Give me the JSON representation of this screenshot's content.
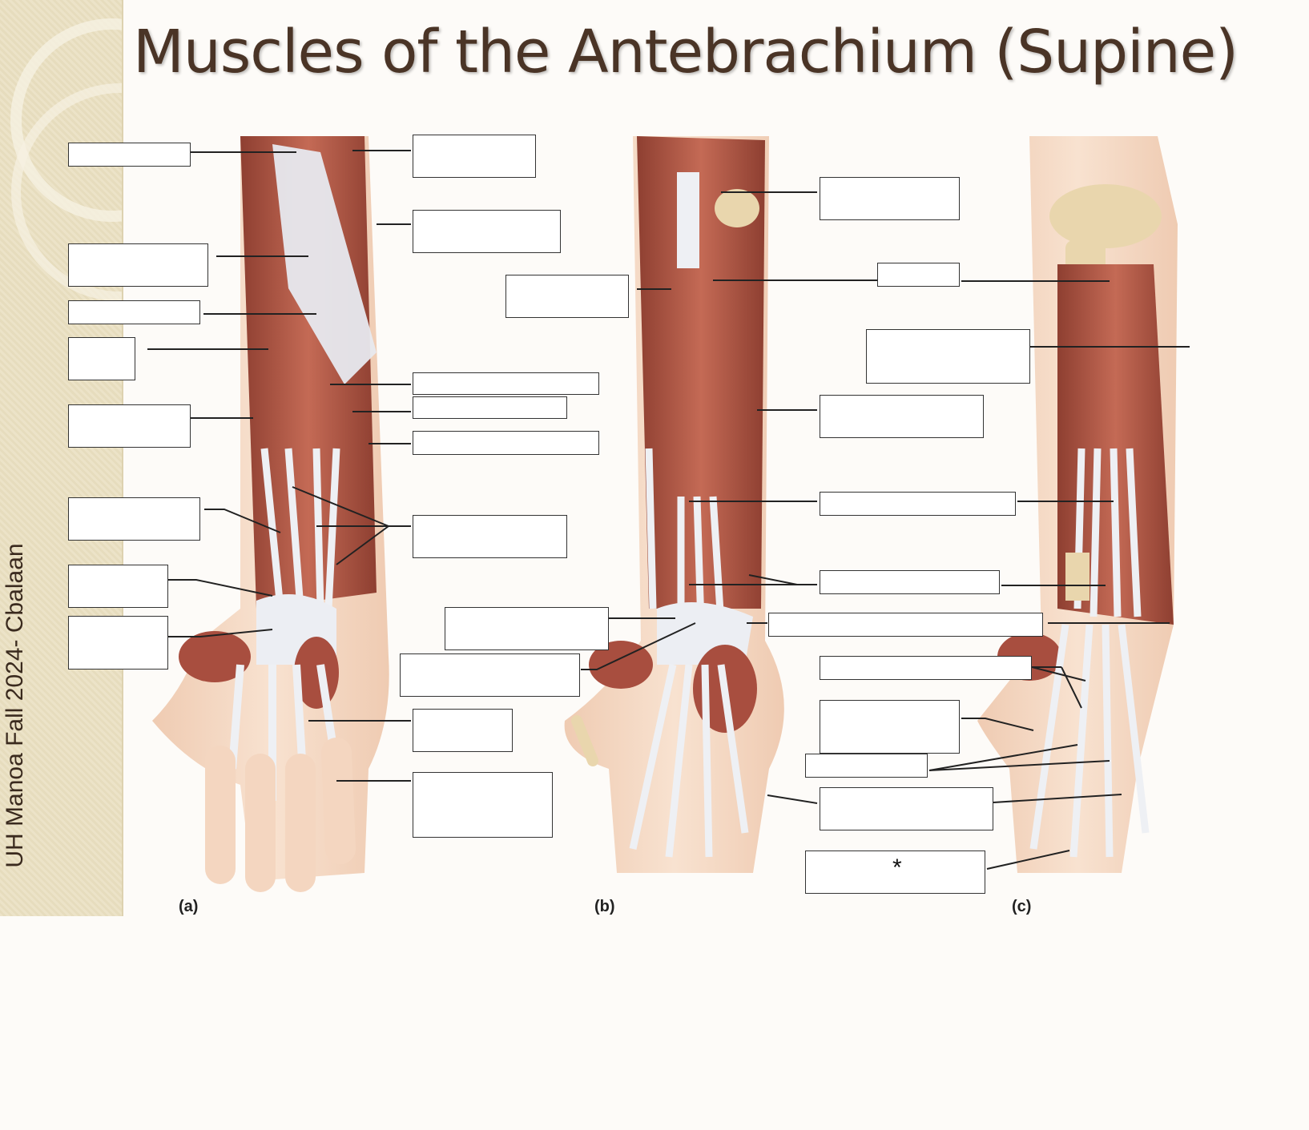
{
  "title": "Muscles of the Antebrachium (Supine)",
  "footer": "UH Manoa Fall 2024- Cbalaan",
  "panels": [
    {
      "label": "(a)"
    },
    {
      "label": "(b)"
    },
    {
      "label": "(c)"
    }
  ],
  "asterisk": "*",
  "colors": {
    "muscle": "#b8604c",
    "muscle_dark": "#8e3f31",
    "tendon": "#eef0f4",
    "skin": "#f4d6c0",
    "bone": "#e9d6ad",
    "sidebar": "#ece3c8"
  }
}
